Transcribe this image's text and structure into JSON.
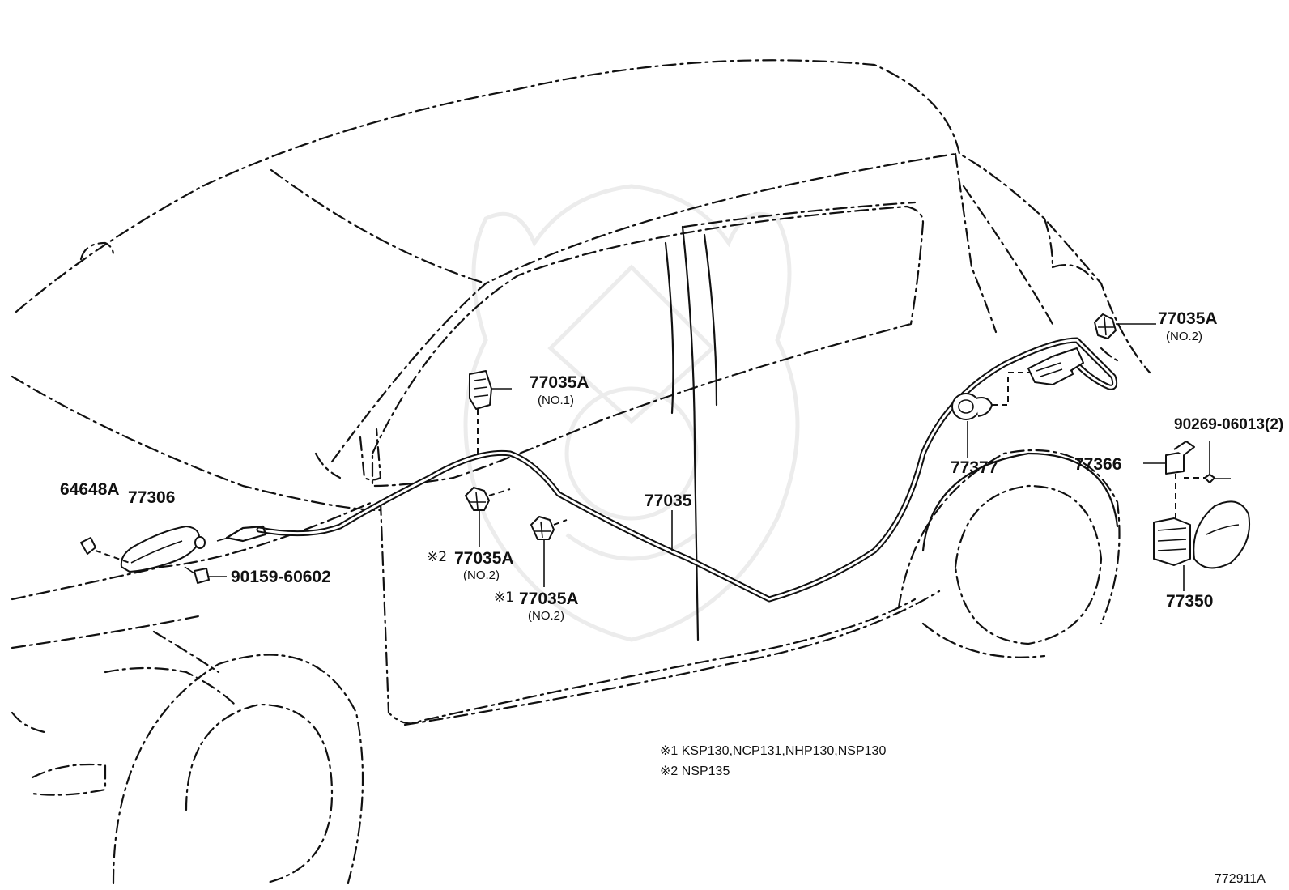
{
  "parts": {
    "p64648a": "64648A",
    "p77306": "77306",
    "p90159": "90159-60602",
    "p77035a_no1": "77035A",
    "p77035a_no1_sub": "(NO.1)",
    "p77035a_m2": "77035A",
    "p77035a_m2_mark": "※2",
    "p77035a_m2_sub": "(NO.2)",
    "p77035a_m1": "77035A",
    "p77035a_m1_mark": "※1",
    "p77035a_m1_sub": "(NO.2)",
    "p77035": "77035",
    "p77377": "77377",
    "p77035a_rear": "77035A",
    "p77035a_rear_sub": "(NO.2)",
    "p90269": "90269-06013(2)",
    "p77366": "77366",
    "p77350": "77350"
  },
  "notes": {
    "n1": "※1 KSP130,NCP131,NHP130,NSP130",
    "n2": "※2 NSP135"
  },
  "figure_id": "772911A"
}
